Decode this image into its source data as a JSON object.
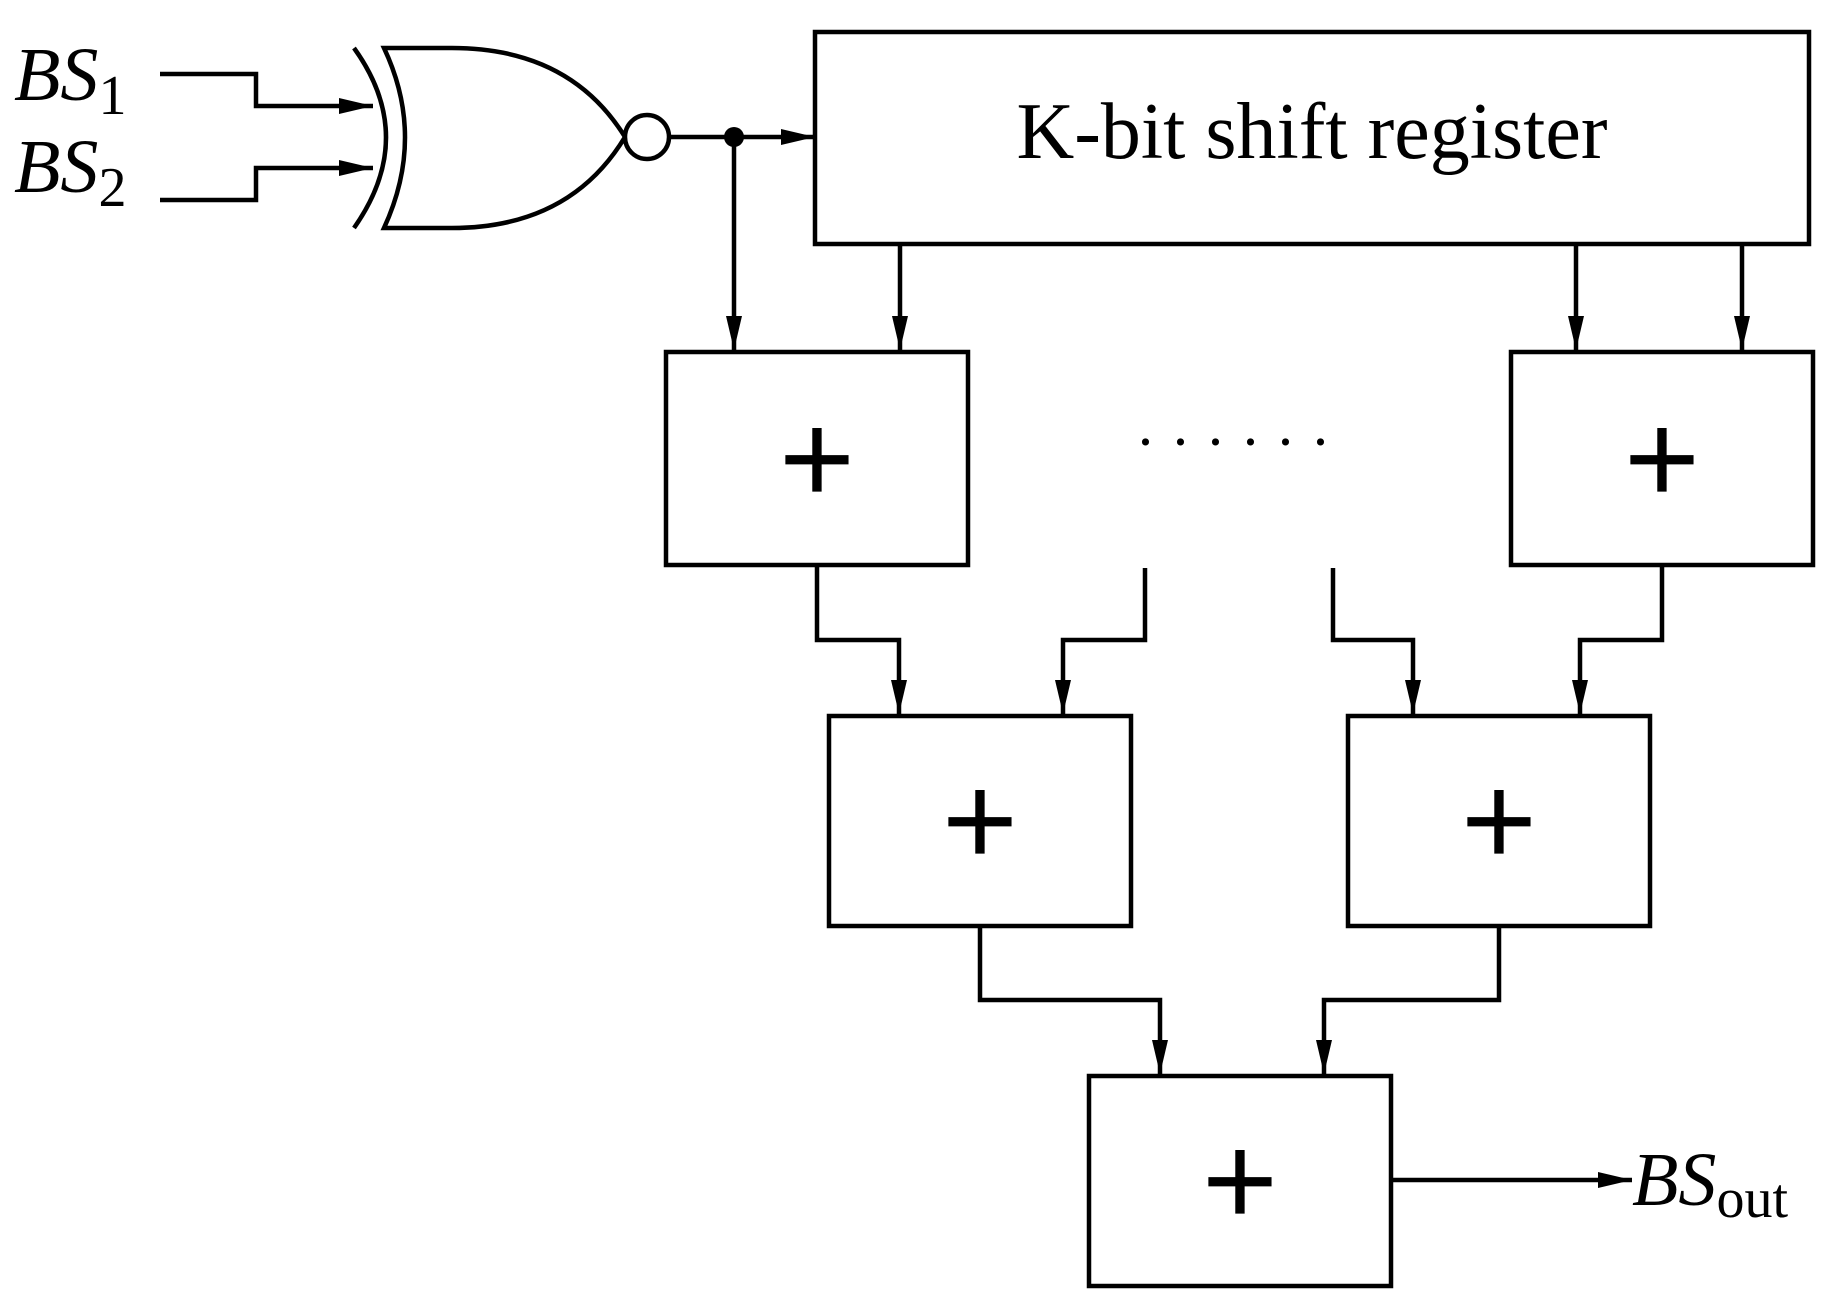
{
  "inputs": {
    "bs1": {
      "base": "BS",
      "sub": "1"
    },
    "bs2": {
      "base": "BS",
      "sub": "2"
    }
  },
  "gate": {
    "type": "XNOR"
  },
  "shift_register": {
    "label": "K-bit shift register"
  },
  "adders": {
    "symbol": "+",
    "ellipsis": "· · · · · ·"
  },
  "output": {
    "base": "BS",
    "sub": "out"
  }
}
